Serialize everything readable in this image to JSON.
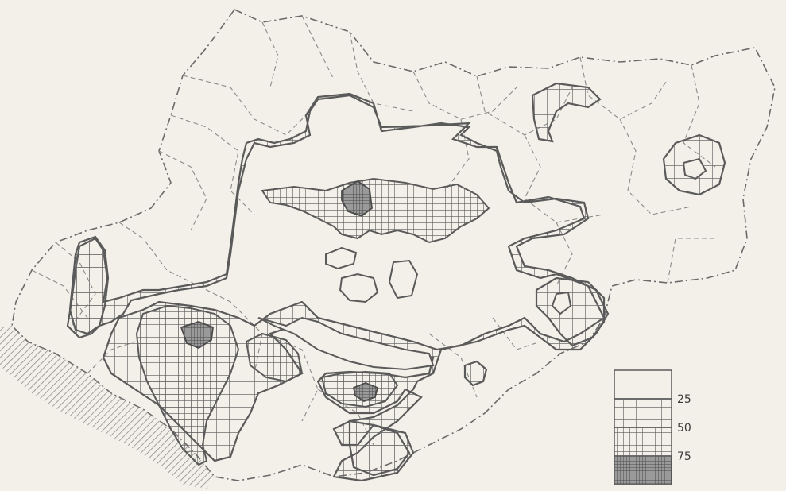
{
  "legend": {
    "thresholds": [
      "25",
      "50",
      "75"
    ]
  },
  "colors": {
    "paper": "#f3f0e9",
    "ink": "#5a5a5a",
    "hatch": "#8c8c8c",
    "boundary": "#6a6a6a"
  }
}
